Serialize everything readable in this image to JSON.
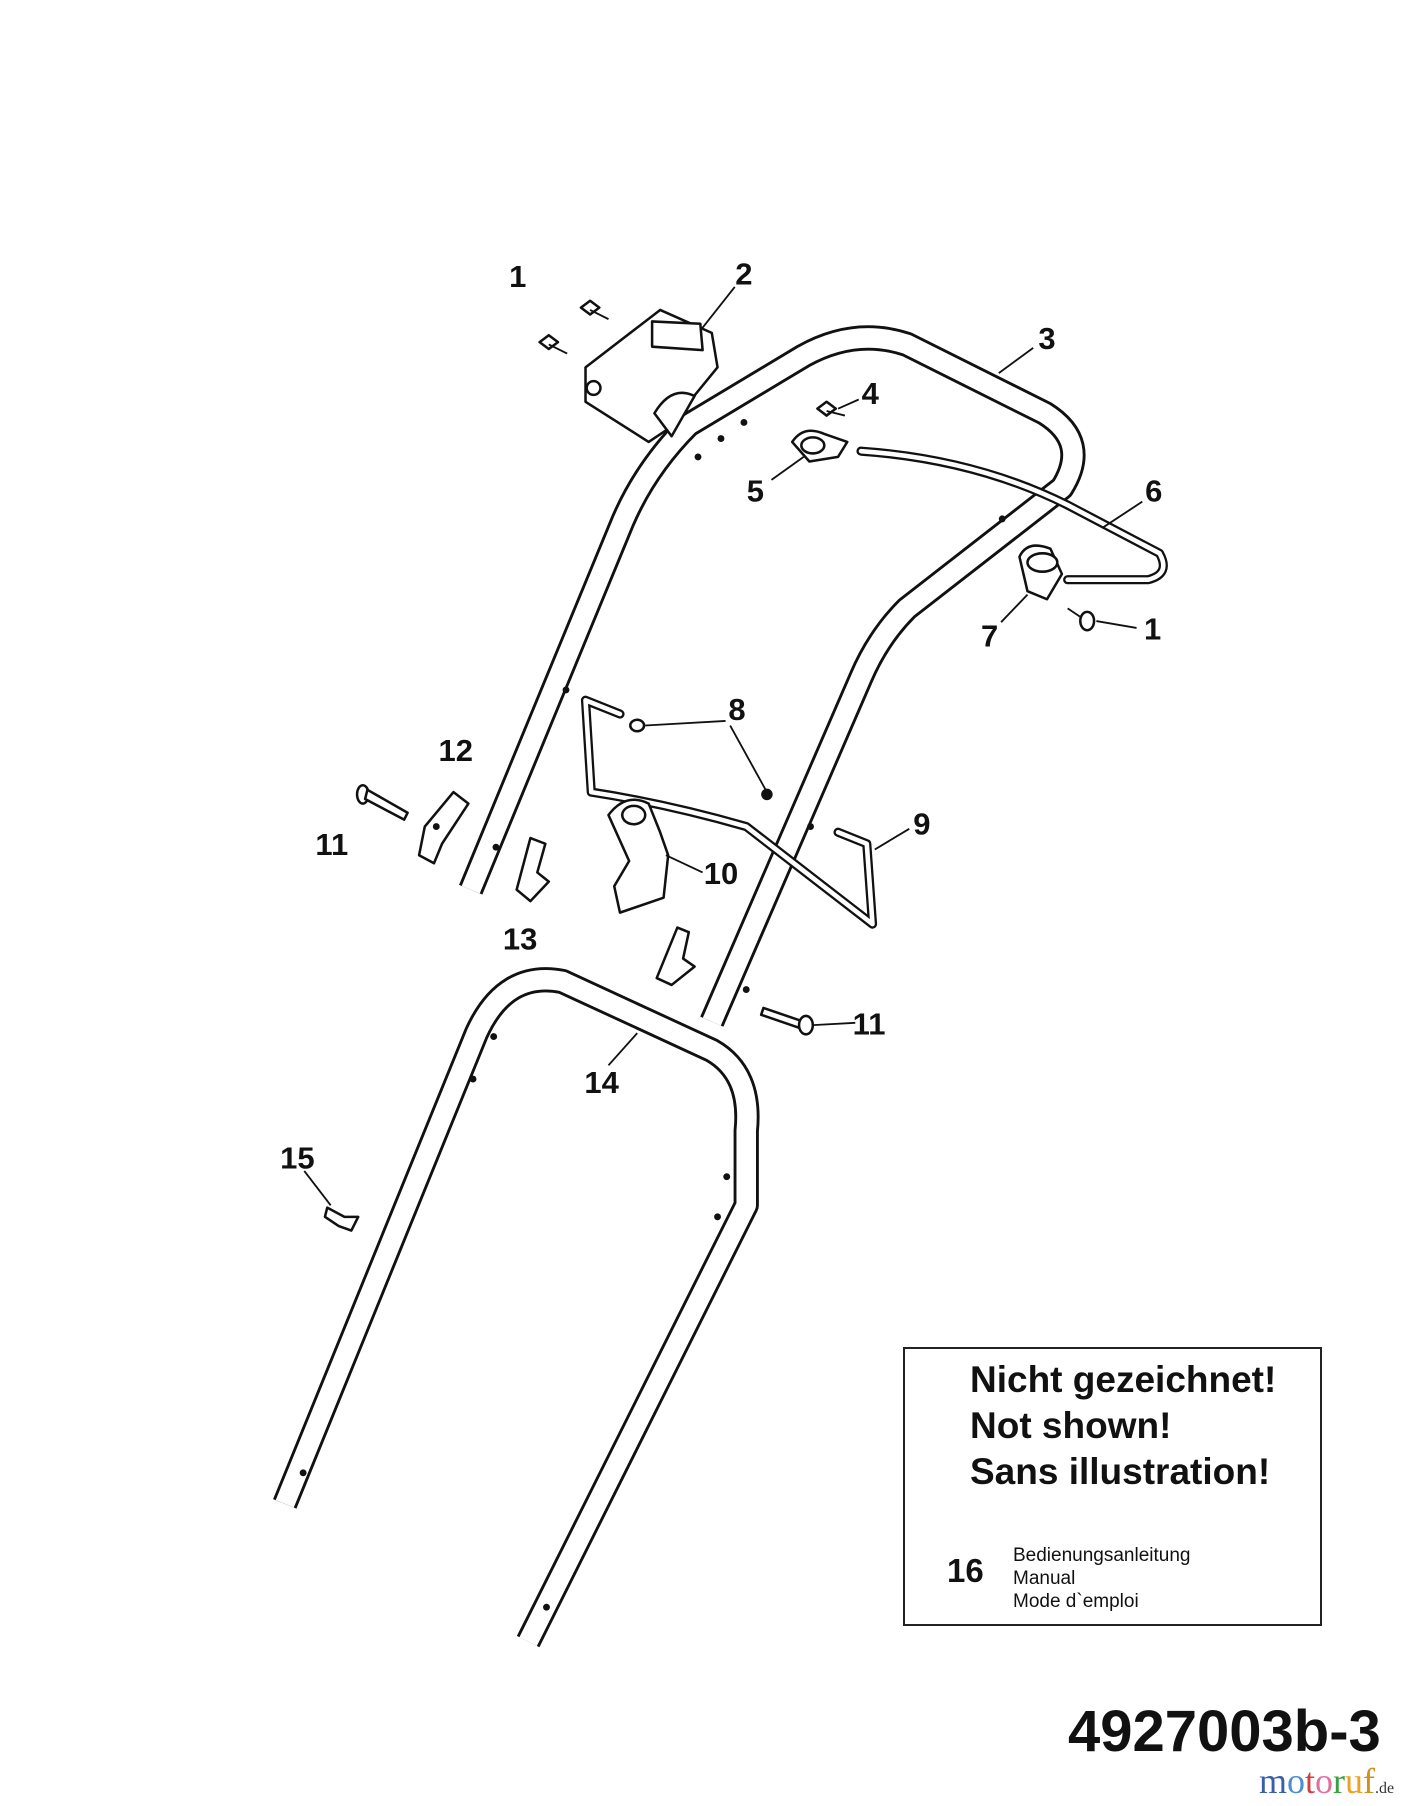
{
  "callouts": {
    "c1a": "1",
    "c2": "2",
    "c3": "3",
    "c4": "4",
    "c5": "5",
    "c6": "6",
    "c7": "7",
    "c1b": "1",
    "c8": "8",
    "c9": "9",
    "c10": "10",
    "c11a": "11",
    "c12": "12",
    "c13": "13",
    "c11b": "11",
    "c14": "14",
    "c15": "15"
  },
  "note": {
    "line1": "Nicht gezeichnet!",
    "line2": "Not shown!",
    "line3": "Sans illustration!",
    "item_number": "16",
    "item_de": "Bedienungsanleitung",
    "item_en": "Manual",
    "item_fr": "Mode d`emploi"
  },
  "drawing_number": "4927003b-3",
  "watermark": {
    "letters": [
      "m",
      "o",
      "t",
      "o",
      "r",
      "u",
      "f"
    ],
    "tld": ".de",
    "colors": [
      "#3a5fa8",
      "#4a8fd0",
      "#d04040",
      "#e070a0",
      "#3aa040",
      "#f0a020",
      "#d09020"
    ]
  }
}
